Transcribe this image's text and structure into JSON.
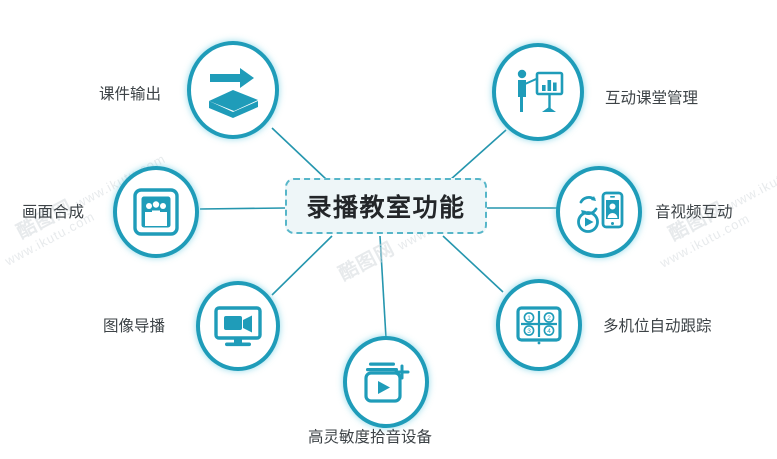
{
  "diagram": {
    "type": "hub-and-spoke",
    "center": {
      "title": "录播教室功能"
    },
    "accent_color": "#1f9cb9",
    "center_fill": "#eef6f8",
    "center_border": "#57b6c9",
    "label_color": "#3d4347",
    "nodes": [
      {
        "id": "courseware-output",
        "label": "课件输出",
        "icon": "book-arrow-icon",
        "label_side": "left"
      },
      {
        "id": "interactive-classroom",
        "label": "互动课堂管理",
        "icon": "presenter-chart-icon",
        "label_side": "right"
      },
      {
        "id": "picture-composition",
        "label": "画面合成",
        "icon": "group-frame-icon",
        "label_side": "left"
      },
      {
        "id": "av-interaction",
        "label": "音视频互动",
        "icon": "phone-sync-play-icon",
        "label_side": "right"
      },
      {
        "id": "image-directing",
        "label": "图像导播",
        "icon": "monitor-camera-icon",
        "label_side": "left"
      },
      {
        "id": "multicam-auto-tracking",
        "label": "多机位自动跟踪",
        "icon": "quad-screen-icon",
        "label_side": "right"
      },
      {
        "id": "audio-pickup-device",
        "label": "高灵敏度拾音设备",
        "icon": "media-add-icon",
        "label_side": "bottom"
      }
    ]
  },
  "watermarks": [
    {
      "cn": "酷图网",
      "url": "www.ikutu.com"
    },
    {
      "cn": "酷图网",
      "url": "www.ikutu.com"
    },
    {
      "cn": "酷图网",
      "url": "www.ikutu.com"
    },
    {
      "cn": "酷图网",
      "url": "www.ikutu.com"
    }
  ]
}
